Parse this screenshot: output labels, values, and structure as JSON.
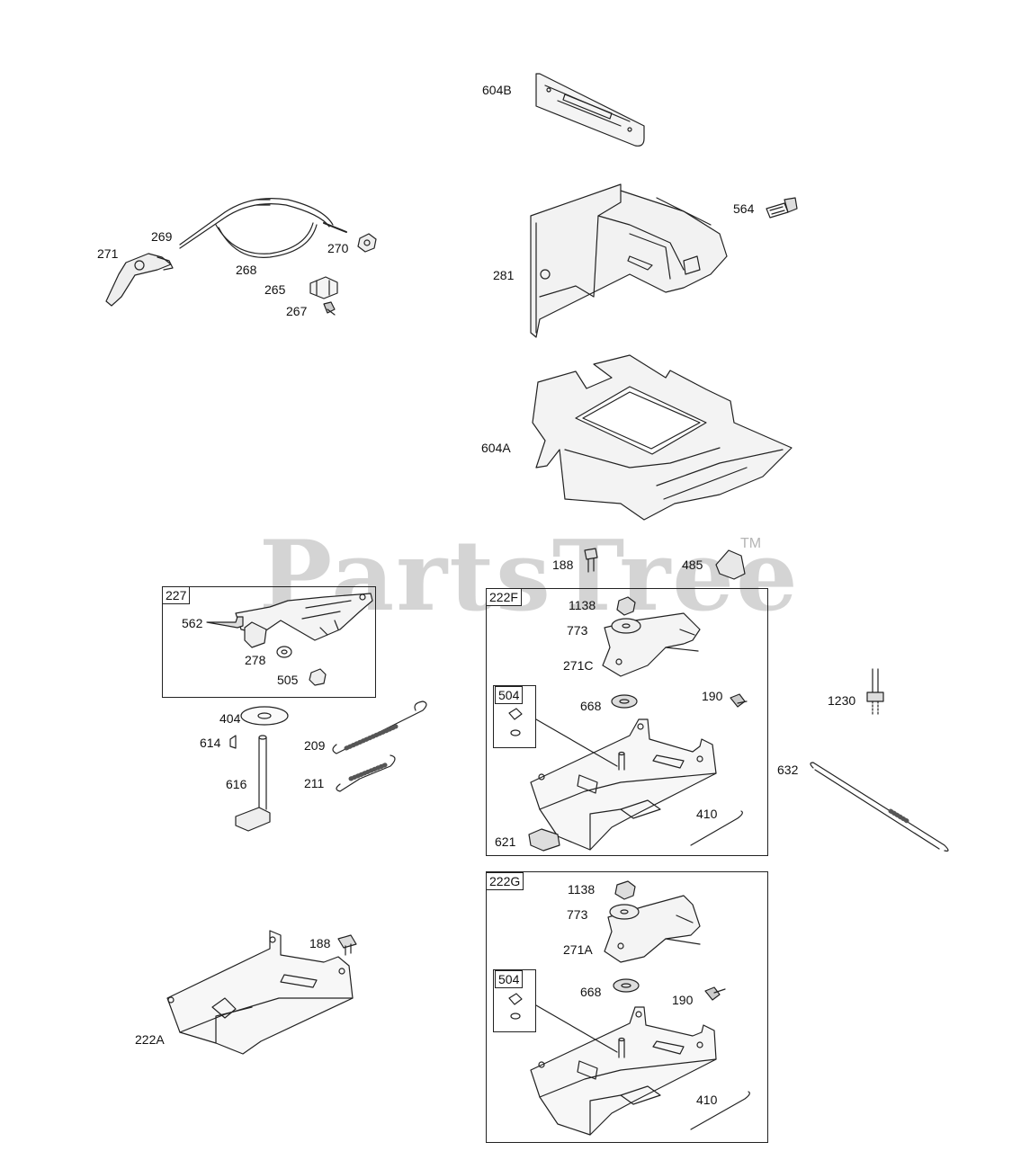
{
  "watermark": {
    "text": "PartsTree",
    "tm": "TM"
  },
  "groups": {
    "g227": "227",
    "g222F": "222F",
    "g504a": "504",
    "g222G": "222G",
    "g504b": "504"
  },
  "labels": {
    "l604B": "604B",
    "l564": "564",
    "l281": "281",
    "l604A": "604A",
    "l269": "269",
    "l271": "271",
    "l268": "268",
    "l270": "270",
    "l265": "265",
    "l267": "267",
    "l188a": "188",
    "l485": "485",
    "l562": "562",
    "l278": "278",
    "l505": "505",
    "l1138a": "1138",
    "l773a": "773",
    "l271C": "271C",
    "l668a": "668",
    "l190a": "190",
    "l1230": "1230",
    "l404": "404",
    "l614": "614",
    "l209": "209",
    "l211": "211",
    "l616": "616",
    "l632": "632",
    "l410a": "410",
    "l621": "621",
    "l188b": "188",
    "l222A": "222A",
    "l1138b": "1138",
    "l773b": "773",
    "l271A": "271A",
    "l668b": "668",
    "l190b": "190",
    "l410b": "410"
  }
}
